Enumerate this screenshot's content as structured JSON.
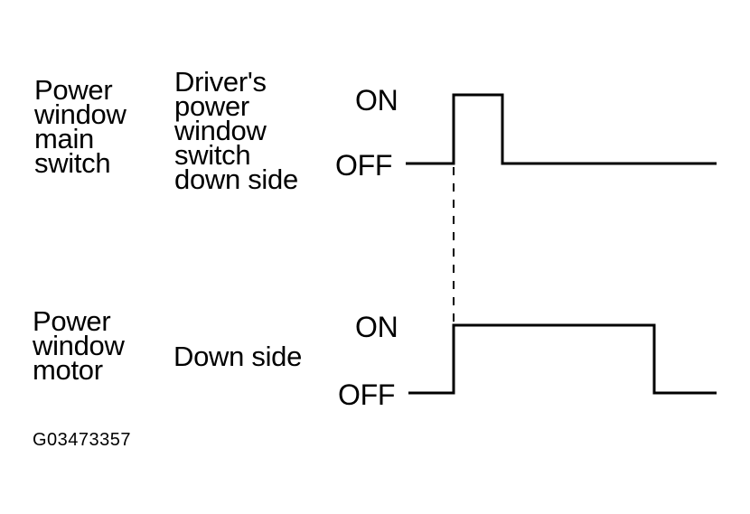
{
  "signal_1": {
    "group_label": "Power\nwindow\nmain\nswitch",
    "signal_label": "Driver's\npower\nwindow\nswitch\ndown side",
    "on_label": "ON",
    "off_label": "OFF"
  },
  "signal_2": {
    "group_label": "Power\nwindow\nmotor",
    "signal_label": "Down side",
    "on_label": "ON",
    "off_label": "OFF"
  },
  "figure_code": "G03473357",
  "colors": {
    "line": "#000000",
    "background": "#ffffff"
  }
}
